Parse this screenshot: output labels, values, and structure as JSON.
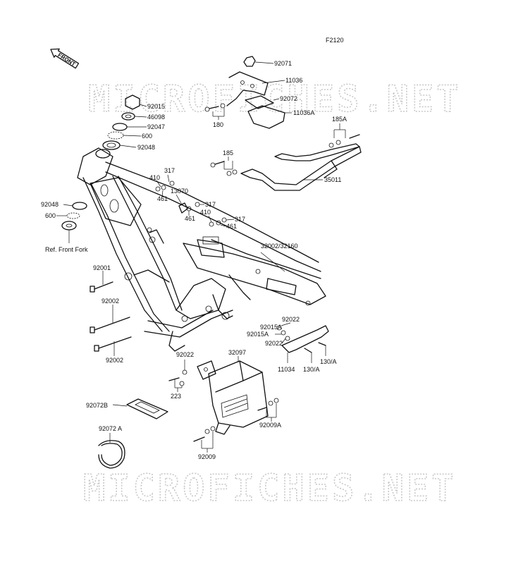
{
  "diagram": {
    "page_code": "F2120",
    "front_label": "FRONT",
    "watermark": "MICROFICHES.NET",
    "ref_note": "Ref. Front Fork",
    "labels": {
      "p92071": "92071",
      "p11036": "11036",
      "p92072": "92072",
      "p11036A": "11036A",
      "p180": "180",
      "p185A": "185A",
      "p92015": "92015",
      "p46098": "46098",
      "p92047": "92047",
      "p600a": "600",
      "p92048a": "92048",
      "p185": "185",
      "p35011": "35011",
      "p317a": "317",
      "p410a": "410",
      "p461a": "461",
      "p13070": "13070",
      "p317b": "317",
      "p461b": "461",
      "p410b": "410",
      "p317c": "317",
      "p461c": "461",
      "p92048b": "92048",
      "p600b": "600",
      "p32002": "32002/32160",
      "p92001": "92001",
      "p92002a": "92002",
      "p92002b": "92002",
      "p92022a": "92022",
      "p92015Aa": "92015A",
      "p92015Ab": "92015A",
      "p92022b": "92022",
      "p11034": "11034",
      "p130Aa": "130/A",
      "p130Ab": "130/A",
      "p92022c": "92022",
      "p32097": "32097",
      "p223": "223",
      "p92009A": "92009A",
      "p92072B": "92072B",
      "p92072A": "92072 A",
      "p92009": "92009"
    }
  }
}
